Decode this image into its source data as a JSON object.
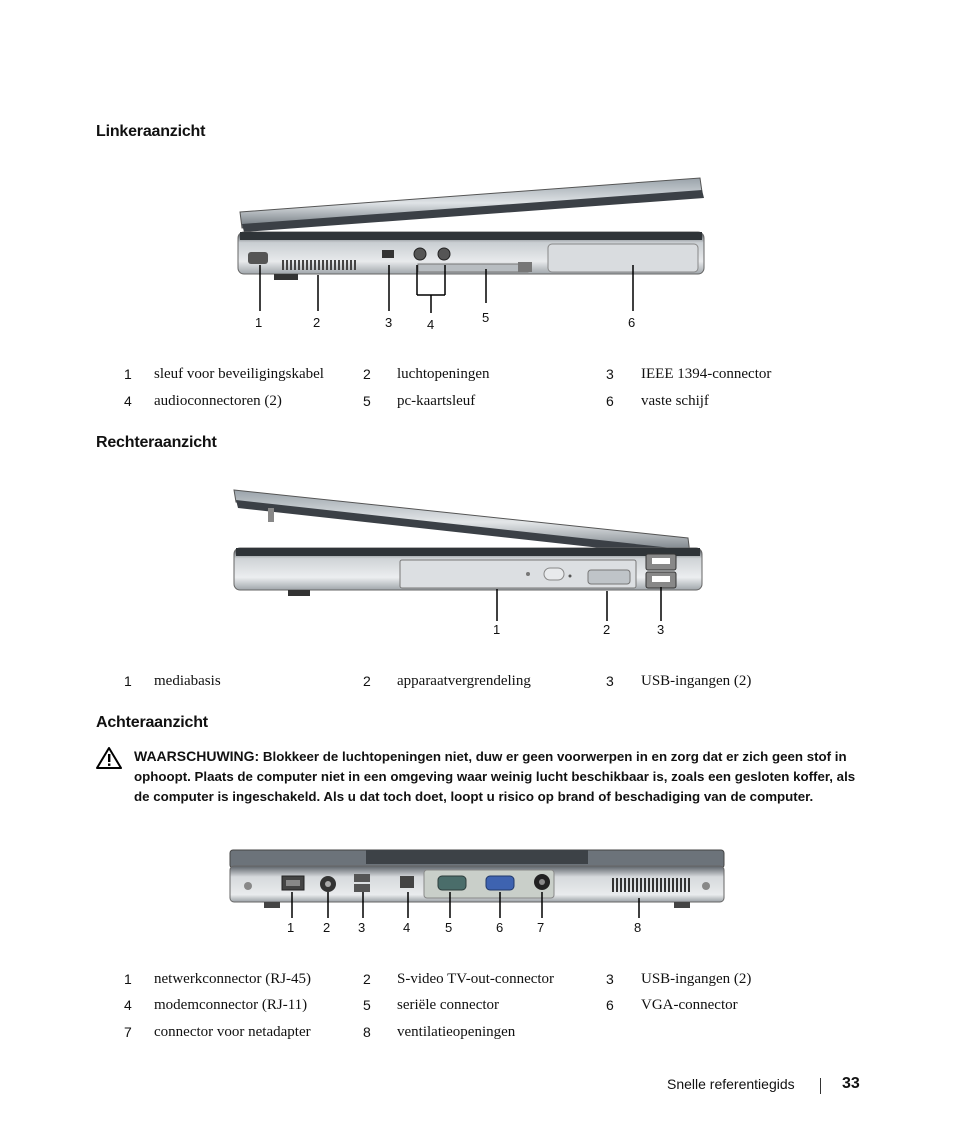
{
  "sections": {
    "left": {
      "title": "Linkeraanzicht",
      "callouts": [
        "1",
        "2",
        "3",
        "4",
        "5",
        "6"
      ],
      "items": [
        {
          "num": "1",
          "text": "sleuf voor beveiligingskabel"
        },
        {
          "num": "2",
          "text": "luchtopeningen"
        },
        {
          "num": "3",
          "text": "IEEE 1394-connector"
        },
        {
          "num": "4",
          "text": "audioconnectoren (2)"
        },
        {
          "num": "5",
          "text": "pc-kaartsleuf"
        },
        {
          "num": "6",
          "text": "vaste schijf"
        }
      ]
    },
    "right": {
      "title": "Rechteraanzicht",
      "callouts": [
        "1",
        "2",
        "3"
      ],
      "items": [
        {
          "num": "1",
          "text": "mediabasis"
        },
        {
          "num": "2",
          "text": "apparaatvergrendeling"
        },
        {
          "num": "3",
          "text": "USB-ingangen (2)"
        }
      ]
    },
    "back": {
      "title": "Achteraanzicht",
      "callouts": [
        "1",
        "2",
        "3",
        "4",
        "5",
        "6",
        "7",
        "8"
      ],
      "items": [
        {
          "num": "1",
          "text": "netwerkconnector (RJ-45)"
        },
        {
          "num": "2",
          "text": "S-video TV-out-connector"
        },
        {
          "num": "3",
          "text": "USB-ingangen (2)"
        },
        {
          "num": "4",
          "text": "modemconnector (RJ-11)"
        },
        {
          "num": "5",
          "text": "seriële connector"
        },
        {
          "num": "6",
          "text": "VGA-connector"
        },
        {
          "num": "7",
          "text": "connector voor netadapter"
        },
        {
          "num": "8",
          "text": "ventilatieopeningen"
        }
      ]
    }
  },
  "warning": {
    "label": "WAARSCHUWING:",
    "text": "Blokkeer de luchtopeningen niet, duw er geen voorwerpen in en zorg dat er zich geen stof in ophoopt. Plaats de computer niet in een omgeving waar weinig lucht beschikbaar is, zoals een gesloten koffer, als de computer is ingeschakeld. Als u dat toch doet, loopt u risico op brand of beschadiging van de computer."
  },
  "footer": {
    "guide": "Snelle referentiegids",
    "page": "33"
  }
}
